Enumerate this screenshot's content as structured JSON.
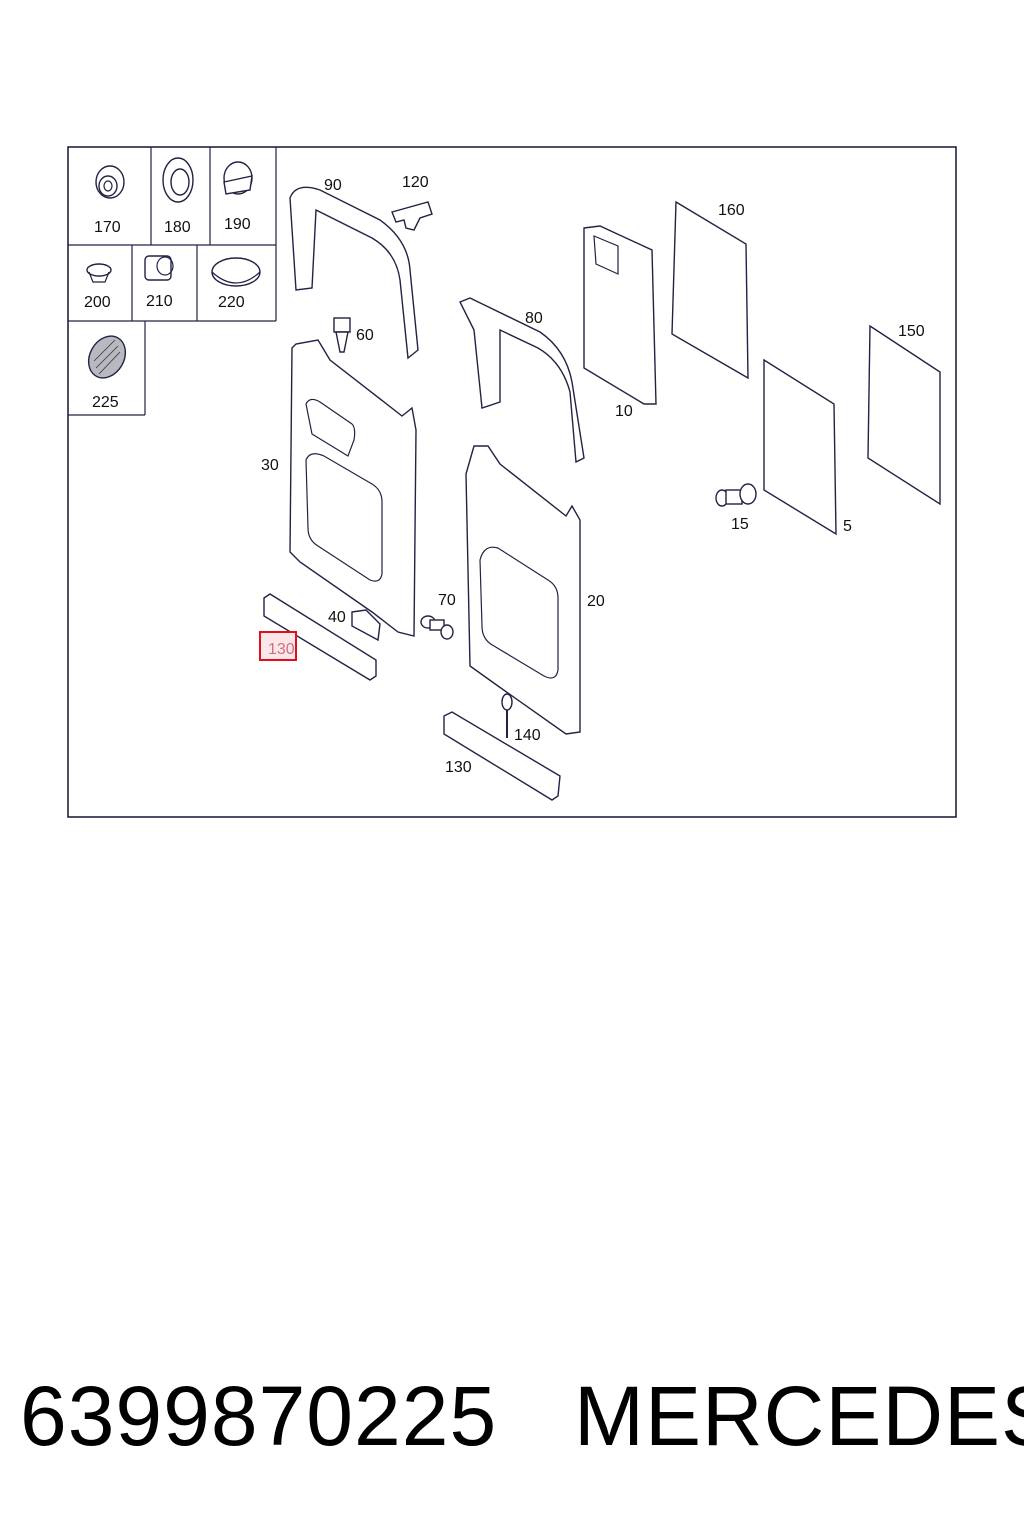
{
  "diagram": {
    "callouts": {
      "c170": "170",
      "c180": "180",
      "c190": "190",
      "c200": "200",
      "c210": "210",
      "c220": "220",
      "c225": "225",
      "c90": "90",
      "c120": "120",
      "c160": "160",
      "c60": "60",
      "c80": "80",
      "c150": "150",
      "c10": "10",
      "c30": "30",
      "c15": "15",
      "c5": "5",
      "c70": "70",
      "c20": "20",
      "c40": "40",
      "c130_highlighted": "130",
      "c140": "140",
      "c130": "130"
    },
    "highlight_color": "#e0101a"
  },
  "footer": {
    "part_number": "6399870225",
    "brand": "MERCEDES"
  }
}
